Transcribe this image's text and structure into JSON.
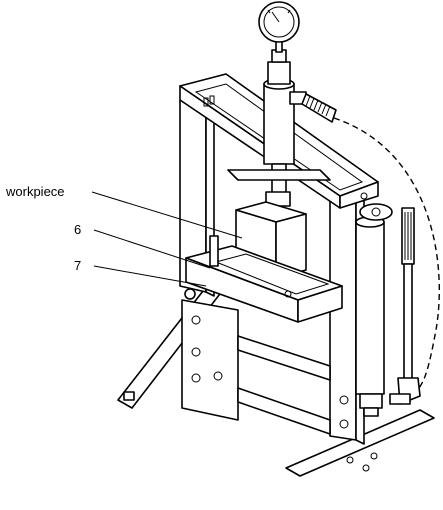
{
  "labels": {
    "workpiece": "workpiece",
    "part6": "6",
    "part7": "7"
  }
}
